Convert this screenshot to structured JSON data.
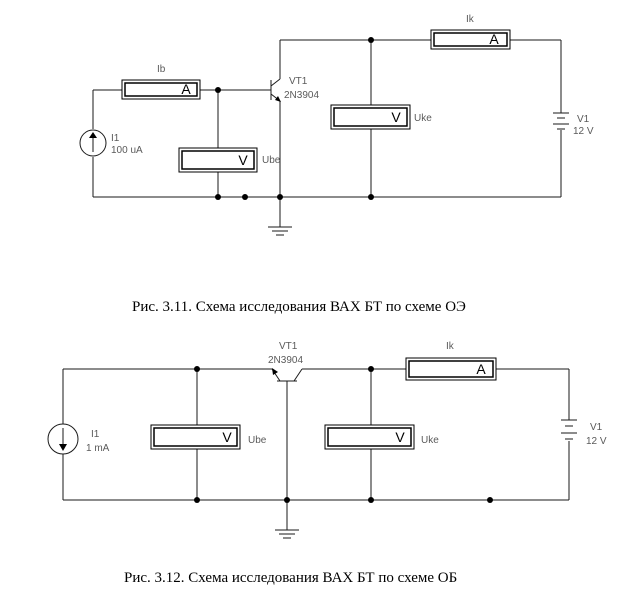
{
  "figure1": {
    "caption": "Рис. 3.11. Схема исследования ВАХ БТ по схеме ОЭ",
    "ammeter_ib": {
      "name": "Ib",
      "unit": "A"
    },
    "ammeter_ik": {
      "name": "Ik",
      "unit": "A"
    },
    "voltmeter_ube": {
      "name": "Ube",
      "unit": "V"
    },
    "voltmeter_uke": {
      "name": "Uke",
      "unit": "V"
    },
    "source_i1": {
      "name": "I1",
      "value": "100 uA"
    },
    "transistor": {
      "name": "VT1",
      "model": "2N3904"
    },
    "battery_v1": {
      "name": "V1",
      "value": "12 V"
    }
  },
  "figure2": {
    "caption": "Рис. 3.12. Схема исследования ВАХ БТ по схеме ОБ",
    "ammeter_ik": {
      "name": "Ik",
      "unit": "A"
    },
    "voltmeter_ube": {
      "name": "Ube",
      "unit": "V"
    },
    "voltmeter_uke": {
      "name": "Uke",
      "unit": "V"
    },
    "source_i1": {
      "name": "I1",
      "value": "1 mA"
    },
    "transistor": {
      "name": "VT1",
      "model": "2N3904"
    },
    "battery_v1": {
      "name": "V1",
      "value": "12 V"
    }
  }
}
